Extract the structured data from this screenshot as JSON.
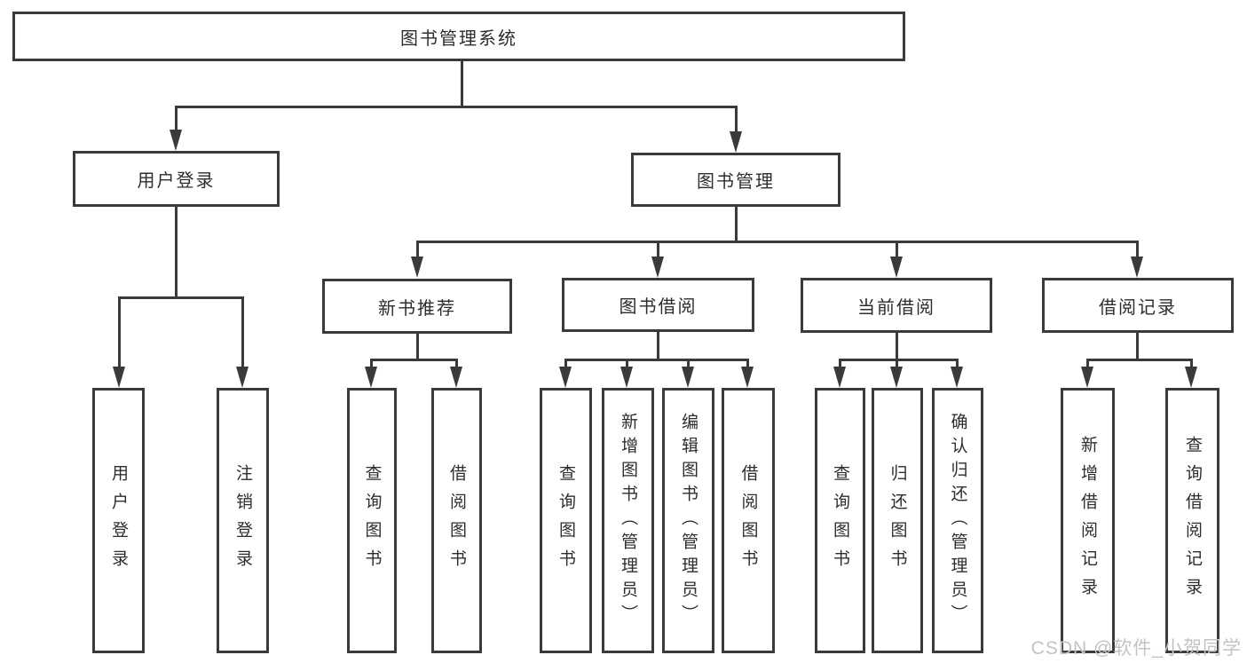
{
  "diagram": {
    "root": "图书管理系统",
    "watermark": "CSDN @软件_小贺同学",
    "colors": {
      "line": "#3a3a3a",
      "text": "#2d2d2d",
      "watermark": "#c3c3c3",
      "background": "#ffffff"
    },
    "branches": [
      {
        "label": "用户登录",
        "children": [
          {
            "label": "用户登录"
          },
          {
            "label": "注销登录"
          }
        ]
      },
      {
        "label": "图书管理",
        "children": [
          {
            "label": "新书推荐",
            "children": [
              {
                "label": "查询图书"
              },
              {
                "label": "借阅图书"
              }
            ]
          },
          {
            "label": "图书借阅",
            "children": [
              {
                "label": "查询图书"
              },
              {
                "label": "新增图书（管理员）"
              },
              {
                "label": "编辑图书（管理员）"
              },
              {
                "label": "借阅图书"
              }
            ]
          },
          {
            "label": "当前借阅",
            "children": [
              {
                "label": "查询图书"
              },
              {
                "label": "归还图书"
              },
              {
                "label": "确认归还（管理员）"
              }
            ]
          },
          {
            "label": "借阅记录",
            "children": [
              {
                "label": "新增借阅记录"
              },
              {
                "label": "查询借阅记录"
              }
            ]
          }
        ]
      }
    ]
  }
}
